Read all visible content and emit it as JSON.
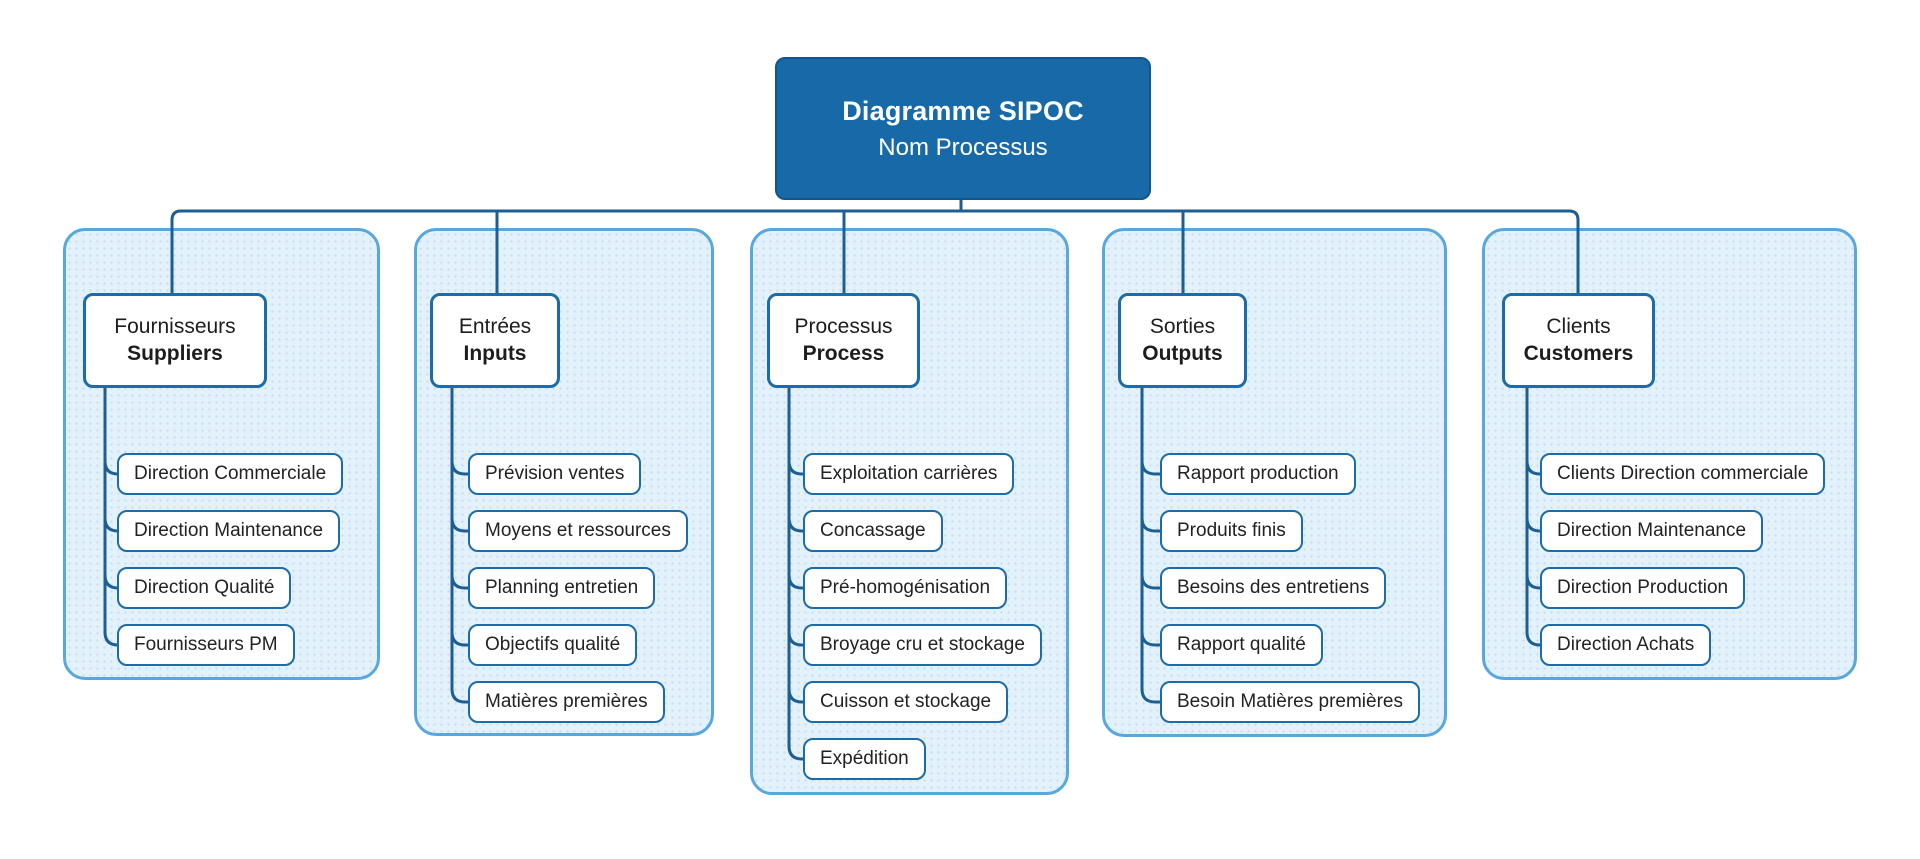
{
  "header": {
    "title": "Diagramme SIPOC",
    "subtitle": "Nom Processus"
  },
  "colors": {
    "title_fill": "#1769a8",
    "connector_line": "#1d5f93",
    "container_fill": "#e3f1fb",
    "container_border": "#58a7dd",
    "node_border": "#1b6ca8",
    "node_fill": "#ffffff",
    "text": "#222222",
    "title_text": "#ffffff"
  },
  "columns": [
    {
      "id": "suppliers",
      "label_fr": "Fournisseurs",
      "label_en": "Suppliers",
      "items": [
        "Direction Commerciale",
        "Direction Maintenance",
        "Direction Qualité",
        "Fournisseurs PM"
      ]
    },
    {
      "id": "inputs",
      "label_fr": "Entrées",
      "label_en": "Inputs",
      "items": [
        "Prévision ventes",
        "Moyens et ressources",
        "Planning entretien",
        "Objectifs qualité",
        "Matières premières"
      ]
    },
    {
      "id": "process",
      "label_fr": "Processus",
      "label_en": "Process",
      "items": [
        "Exploitation carrières",
        "Concassage",
        "Pré-homogénisation",
        "Broyage cru et stockage",
        "Cuisson et stockage",
        "Expédition"
      ]
    },
    {
      "id": "outputs",
      "label_fr": "Sorties",
      "label_en": "Outputs",
      "items": [
        "Rapport production",
        "Produits finis",
        "Besoins des entretiens",
        "Rapport qualité",
        "Besoin Matières premières"
      ]
    },
    {
      "id": "customers",
      "label_fr": "Clients",
      "label_en": "Customers",
      "items": [
        "Clients Direction commerciale",
        "Direction Maintenance",
        "Direction Production",
        "Direction Achats"
      ]
    }
  ]
}
